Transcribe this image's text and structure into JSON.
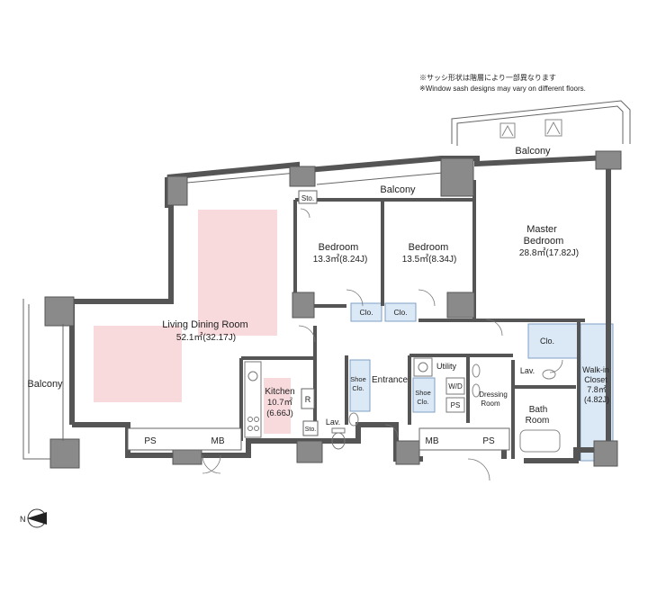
{
  "notes": {
    "jp": "※サッシ形状は階層により一部異なります",
    "en": "※Window sash designs may vary on different floors."
  },
  "rooms": {
    "balcony_top": "Balcony",
    "balcony_mid": "Balcony",
    "balcony_left": "Balcony",
    "storage": "Sto.",
    "bedroom1": {
      "name": "Bedroom",
      "size": "13.3㎡(8.24J)"
    },
    "bedroom2": {
      "name": "Bedroom",
      "size": "13.5㎡(8.34J)"
    },
    "master": {
      "name1": "Master",
      "name2": "Bedroom",
      "size": "28.8㎡(17.82J)"
    },
    "closet1": "Clo.",
    "closet2": "Clo.",
    "closet3": "Clo.",
    "ldk": {
      "name": "Living Dining Room",
      "size": "52.1㎡(32.17J)"
    },
    "kitchen": {
      "name": "Kitchen",
      "size1": "10.7㎡",
      "size2": "(6.66J)"
    },
    "fridge": "R",
    "kitchen_storage": "Sto.",
    "lav1": "Lav.",
    "lav2": "Lav.",
    "shoe_clo1": {
      "l1": "Shoe",
      "l2": "Clo."
    },
    "shoe_clo2": {
      "l1": "Shoe",
      "l2": "Clo."
    },
    "entrance": "Entrance",
    "utility": "Utility",
    "wd": "W/D",
    "ps_utility": "PS",
    "dressing": {
      "l1": "Dressing",
      "l2": "Room"
    },
    "bath": {
      "l1": "Bath",
      "l2": "Room"
    },
    "walkin": {
      "l1": "Walk-in",
      "l2": "Closet",
      "l3": "7.8㎡",
      "l4": "(4.82J)"
    },
    "ps_left": "PS",
    "mb_left": "MB",
    "mb_right": "MB",
    "ps_right": "PS"
  },
  "compass": {
    "north": "N"
  }
}
